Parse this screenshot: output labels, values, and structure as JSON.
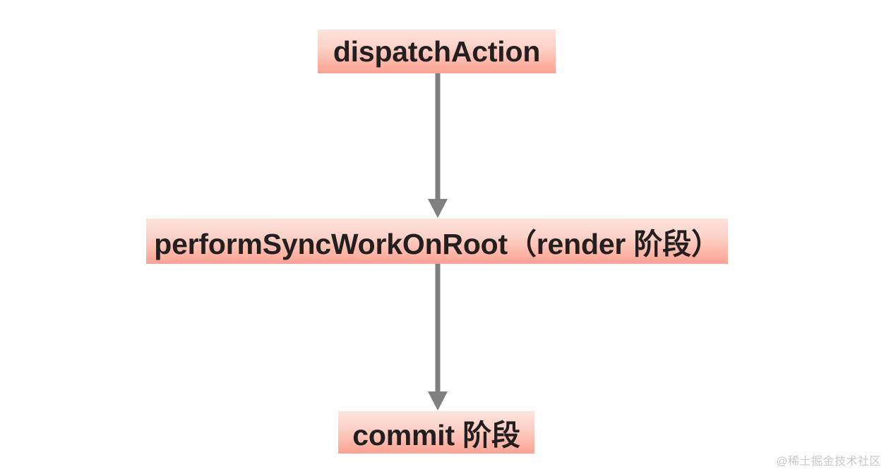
{
  "diagram": {
    "type": "flowchart",
    "direction": "top-to-bottom",
    "background_color": "#ffffff",
    "node_fill_top": "#fde3dc",
    "node_fill_bottom": "#fba294",
    "node_text_color": "#231f20",
    "arrow_color": "#808080",
    "nodes": [
      {
        "id": "dispatch",
        "label": "dispatchAction"
      },
      {
        "id": "perform",
        "label": "performSyncWorkOnRoot（render 阶段）"
      },
      {
        "id": "commit",
        "label": "commit 阶段"
      }
    ],
    "edges": [
      {
        "from": "dispatch",
        "to": "perform",
        "label": ""
      },
      {
        "from": "perform",
        "to": "commit",
        "label": ""
      }
    ]
  },
  "watermark": {
    "text": "@稀土掘金技术社区"
  }
}
